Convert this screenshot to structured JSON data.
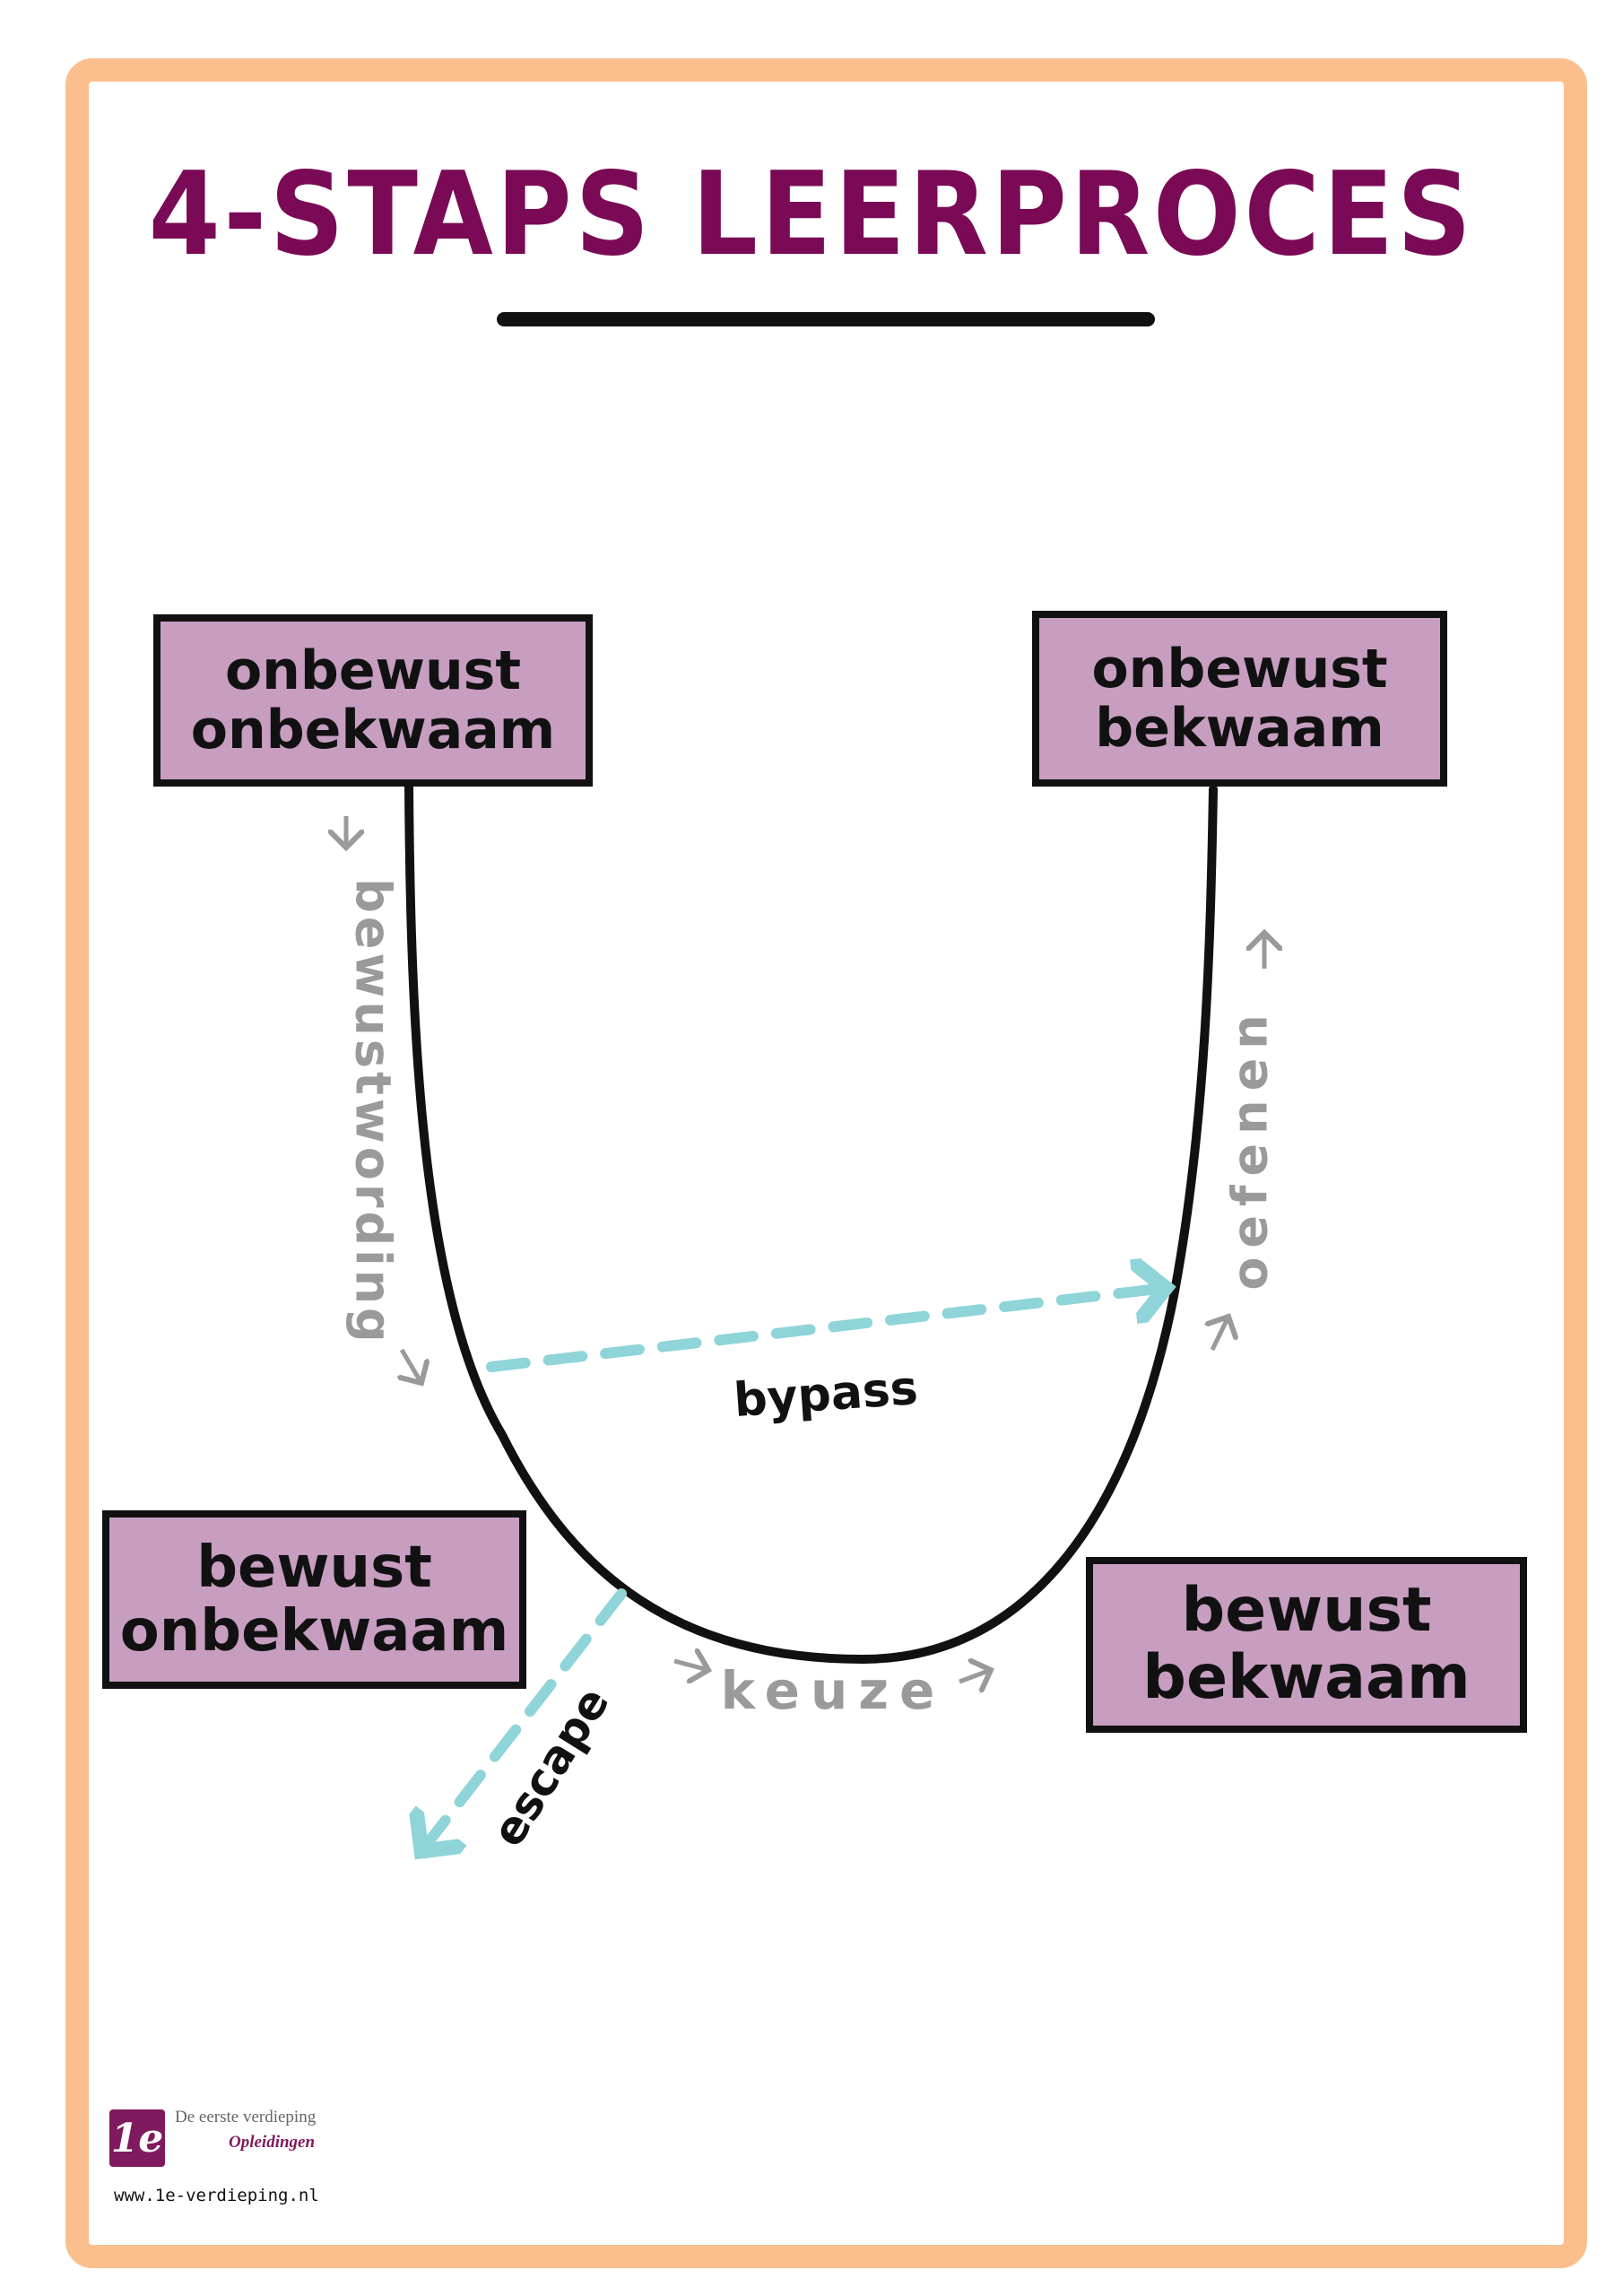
{
  "title": "4-STAPS LEERPROCES",
  "boxes": {
    "top_left": {
      "line1": "onbewust",
      "line2": "onbekwaam"
    },
    "top_right": {
      "line1": "onbewust",
      "line2": "bekwaam"
    },
    "bottom_left": {
      "line1": "bewust",
      "line2": "onbekwaam"
    },
    "bottom_right": {
      "line1": "bewust",
      "line2": "bekwaam"
    }
  },
  "labels": {
    "bewustwording": "bewustwording",
    "oefenen": "oefenen",
    "keuze": "keuze",
    "bypass": "bypass",
    "escape": "escape"
  },
  "footer": {
    "logo_mark": "1e",
    "org_name": "De eerste verdieping",
    "org_sub": "Opleidingen",
    "url": "www.1e-verdieping.nl"
  },
  "colors": {
    "title": "#7a0a55",
    "box_fill": "#c79ec0",
    "frame": "#fbbf8e",
    "dashed": "#8fd4d8",
    "gray": "#9a9a9a"
  }
}
